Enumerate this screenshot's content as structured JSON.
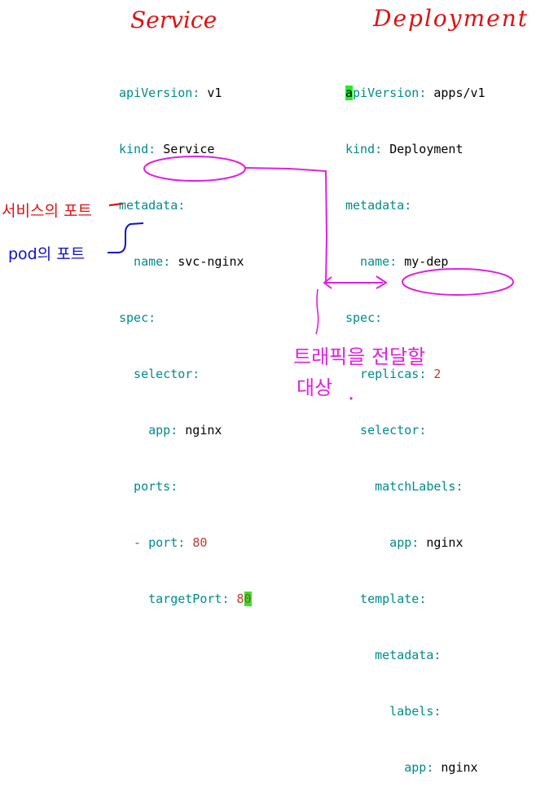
{
  "colors": {
    "key": "#008b8b",
    "number": "#c0392b",
    "highlight": "#22ee22",
    "annot_magenta": "#e020e0",
    "annot_red": "#e01010",
    "annot_blue": "#1010d0"
  },
  "service": {
    "title": "Service",
    "lines": [
      {
        "k": "apiVersion",
        "v": "v1"
      },
      {
        "k": "kind",
        "v": "Service"
      },
      {
        "k": "metadata",
        "v": ""
      },
      {
        "k": "  name",
        "v": "svc-nginx"
      },
      {
        "k": "spec",
        "v": ""
      },
      {
        "k": "    selector",
        "v": ""
      },
      {
        "k": "      app",
        "v": "nginx"
      },
      {
        "k": "    ports",
        "v": ""
      },
      {
        "k": "    - port",
        "v": "80"
      },
      {
        "k": "      targetPort",
        "v": "80"
      }
    ]
  },
  "deployment": {
    "title": "Deployment",
    "lines": [
      {
        "k": "apiVersion",
        "v": "apps/v1"
      },
      {
        "k": "kind",
        "v": "Deployment"
      },
      {
        "k": "metadata",
        "v": ""
      },
      {
        "k": "  name",
        "v": "my-dep"
      },
      {
        "k": "spec",
        "v": ""
      },
      {
        "k": "  replicas",
        "v": "2"
      },
      {
        "k": "  selector",
        "v": ""
      },
      {
        "k": "    matchLabels",
        "v": ""
      },
      {
        "k": "      app",
        "v": "nginx"
      },
      {
        "k": "  template",
        "v": ""
      },
      {
        "k": "    metadata",
        "v": ""
      },
      {
        "k": "      labels",
        "v": ""
      },
      {
        "k": "        app",
        "v": "nginx"
      }
    ]
  },
  "annotations": {
    "service_port": "서비스의 포트",
    "pod_port": "pod의 포트",
    "traffic_target": "트래픽을 전달할",
    "traffic_target_2": "대상"
  }
}
